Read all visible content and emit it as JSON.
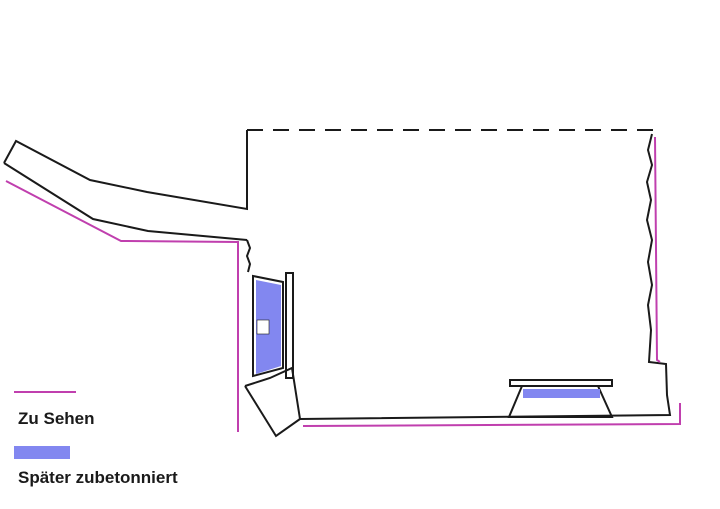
{
  "colors": {
    "outline": "#1a1a1a",
    "visible": "#c03fae",
    "concreted": "#8287f0"
  },
  "legend": [
    {
      "label": "Zu Sehen",
      "swatch": "line",
      "color": "#c03fae"
    },
    {
      "label": "Später zubetonniert",
      "swatch": "bar",
      "color": "#8287f0"
    }
  ]
}
